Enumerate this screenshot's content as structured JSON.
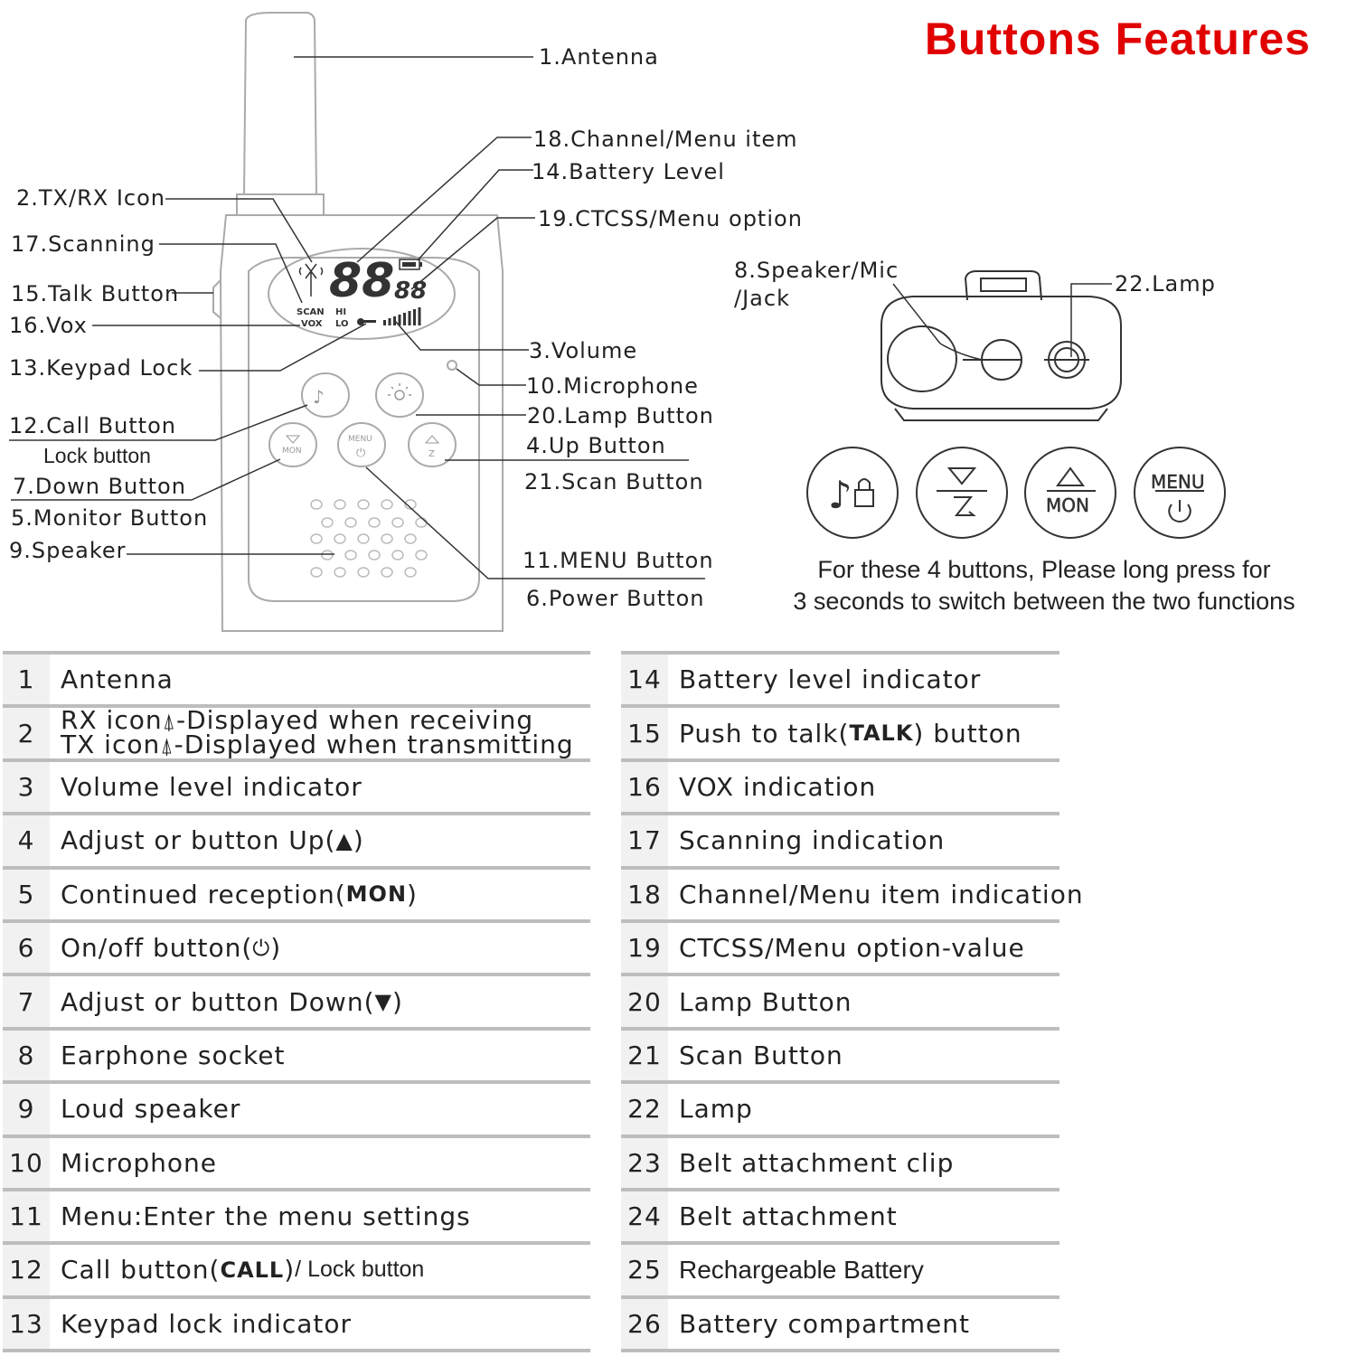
{
  "title": "Buttons Features",
  "diagram": {
    "labels": {
      "antenna": "1.Antenna",
      "channel_menu": "18.Channel/Menu item",
      "battery": "14.Battery Level",
      "ctcss": "19.CTCSS/Menu option",
      "txrx": "2.TX/RX Icon",
      "scanning": "17.Scanning",
      "talk": "15.Talk Button",
      "vox": "16.Vox",
      "keypad_lock": "13.Keypad Lock",
      "call": "12.Call Button",
      "lock": "Lock button",
      "down": "7.Down Button",
      "monitor": "5.Monitor Button",
      "speaker": "9.Speaker",
      "volume": "3.Volume",
      "microphone": "10.Microphone",
      "lamp_button": "20.Lamp Button",
      "up": "4.Up Button",
      "scan": "21.Scan Button",
      "menu": "11.MENU Button",
      "power": "6.Power Button",
      "speaker_mic_1": "8.Speaker/Mic",
      "speaker_mic_2": "/Jack",
      "lamp": "22.Lamp"
    },
    "lcd": {
      "digits": "88",
      "small_digits": "88",
      "scan": "SCAN",
      "vox": "VOX",
      "hi": "HI",
      "lo": "LO"
    },
    "button_text": {
      "menu": "MENU",
      "mon": "MON",
      "z": "Z"
    },
    "note": [
      "For these 4 buttons, Please long press for",
      "3 seconds  to switch between the two functions"
    ]
  },
  "table_left": [
    {
      "n": "1",
      "t": "Antenna"
    },
    {
      "n": "2",
      "t1": "RX icon",
      "t1b": "-Displayed when receiving",
      "t2": "TX icon",
      "t2b": "-Displayed when transmitting"
    },
    {
      "n": "3",
      "t": "Volume level indicator"
    },
    {
      "n": "4",
      "a": "Adjust or button Up(",
      "c": ")"
    },
    {
      "n": "5",
      "a": "Continued reception(",
      "b": "MON",
      "c": ")"
    },
    {
      "n": "6",
      "a": "On/off button(",
      "c": ")"
    },
    {
      "n": "7",
      "a": "Adjust or button Down(",
      "c": ")"
    },
    {
      "n": "8",
      "t": "Earphone socket"
    },
    {
      "n": "9",
      "t": "Loud speaker"
    },
    {
      "n": "10",
      "t": "Microphone"
    },
    {
      "n": "11",
      "t": "Menu:Enter the menu settings"
    },
    {
      "n": "12",
      "a": "Call button(",
      "b": "CALL",
      "c": ") ",
      "d": " / Lock button"
    },
    {
      "n": "13",
      "t": "Keypad lock indicator"
    }
  ],
  "table_right": [
    {
      "n": "14",
      "t": "Battery level indicator"
    },
    {
      "n": "15",
      "a": "Push to talk(",
      "b": "TALK",
      "c": ") button"
    },
    {
      "n": "16",
      "t": "VOX indication"
    },
    {
      "n": "17",
      "t": "Scanning indication"
    },
    {
      "n": "18",
      "t": "Channel/Menu item indication"
    },
    {
      "n": "19",
      "t": "CTCSS/Menu option-value"
    },
    {
      "n": "20",
      "t": "Lamp Button"
    },
    {
      "n": "21",
      "t": "Scan Button"
    },
    {
      "n": "22",
      "t": "Lamp"
    },
    {
      "n": "23",
      "t": "Belt attachment clip"
    },
    {
      "n": "24",
      "t": "Belt attachment"
    },
    {
      "n": "25",
      "t": "Rechargeable Battery",
      "sans": true
    },
    {
      "n": "26",
      "t": "Battery compartment"
    }
  ]
}
